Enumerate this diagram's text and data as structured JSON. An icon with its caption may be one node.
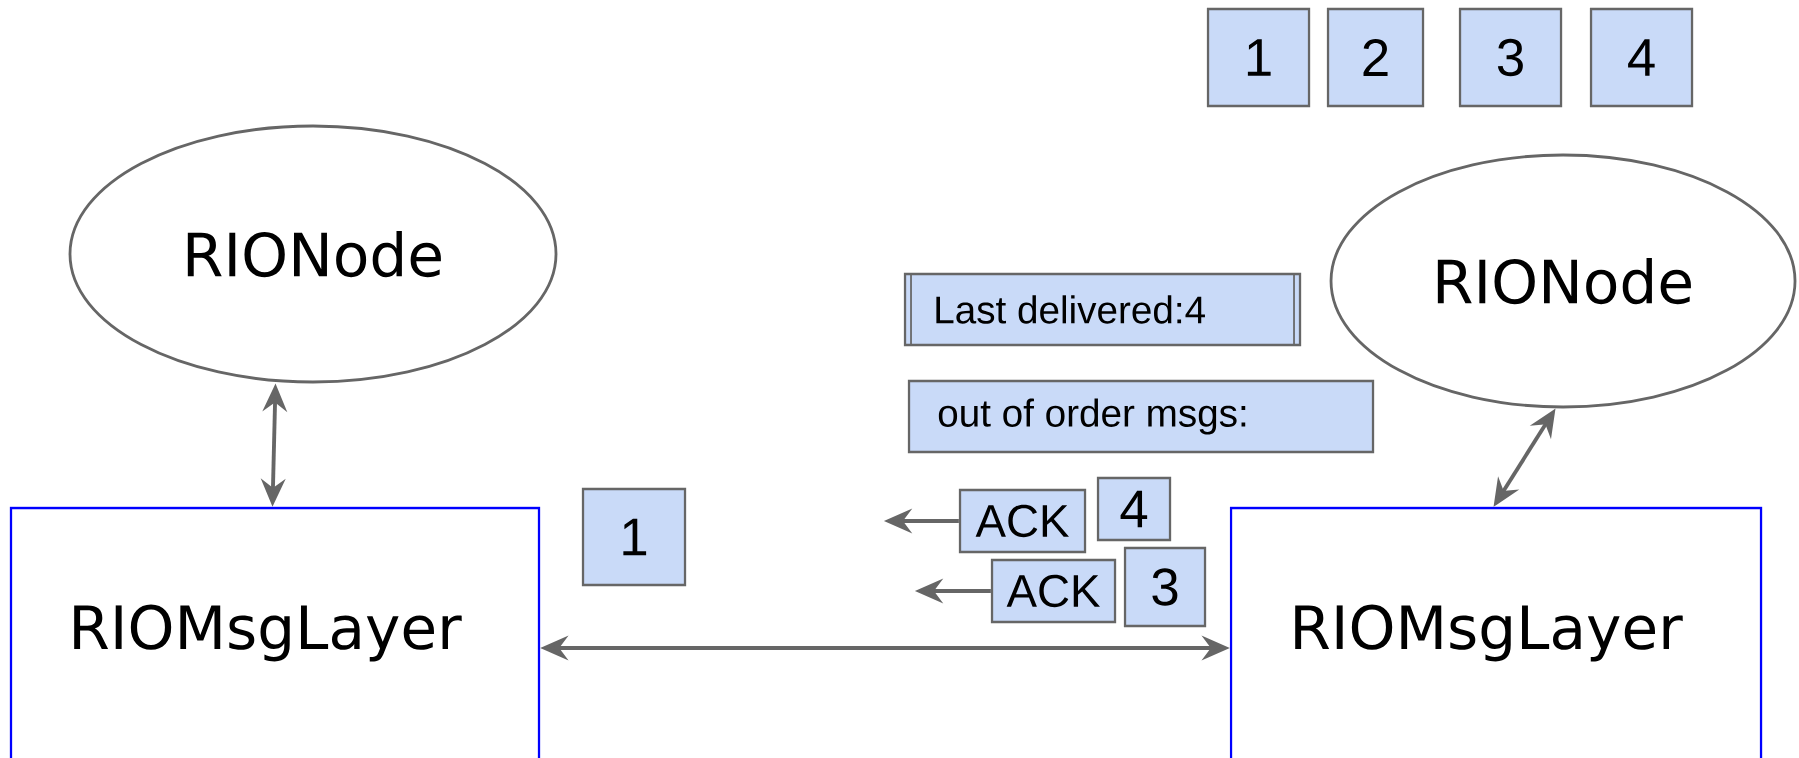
{
  "diagram": {
    "nodes": [
      {
        "text": [
          "1"
        ]
      },
      {
        "text": [
          "2"
        ]
      },
      {
        "text": [
          "3"
        ]
      },
      {
        "text": [
          "4"
        ]
      },
      {
        "text": [
          "RIONode"
        ]
      },
      {
        "text": [
          "RIONode"
        ]
      },
      {
        "text": [
          "Last delivered:4"
        ]
      },
      {
        "text": [
          "out of order msgs:"
        ]
      },
      {
        "text": [
          "1"
        ]
      },
      {
        "text": [
          "ACK"
        ]
      },
      {
        "text": [
          "4"
        ]
      },
      {
        "text": [
          "ACK"
        ]
      },
      {
        "text": [
          "3"
        ]
      },
      {
        "text": [
          "RIOMsgLayer"
        ]
      },
      {
        "text": [
          "RIOMsgLayer"
        ]
      }
    ],
    "edges": [
      {
        "from": 4,
        "to": 13,
        "arrow": "both"
      },
      {
        "from": 5,
        "to": 14,
        "arrow": "both"
      },
      {
        "from": 13,
        "to": 14,
        "arrow": "both"
      },
      {
        "from": 9,
        "to": null,
        "arrow": "to"
      },
      {
        "from": 11,
        "to": null,
        "arrow": "to"
      }
    ]
  }
}
